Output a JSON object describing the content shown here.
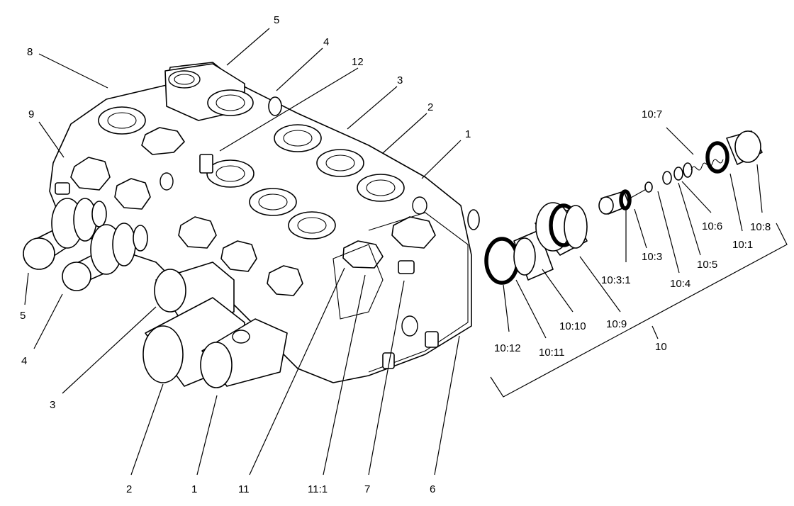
{
  "callouts": {
    "c1a": "1",
    "c2a": "2",
    "c3a": "3",
    "c4a": "4",
    "c5a": "5",
    "c8": "8",
    "c9": "9",
    "c12": "12",
    "c5b": "5",
    "c4b": "4",
    "c3b": "3",
    "c2b": "2",
    "c1b": "1",
    "c11": "11",
    "c11_1": "11:1",
    "c7": "7",
    "c6": "6",
    "c10_7": "10:7",
    "c10_8": "10:8",
    "c10_6": "10:6",
    "c10_1": "10:1",
    "c10_5": "10:5",
    "c10_3": "10:3",
    "c10_3_1": "10:3:1",
    "c10_4": "10:4",
    "c10_9": "10:9",
    "c10_10": "10:10",
    "c10_11": "10:11",
    "c10_12": "10:12",
    "c10": "10"
  }
}
